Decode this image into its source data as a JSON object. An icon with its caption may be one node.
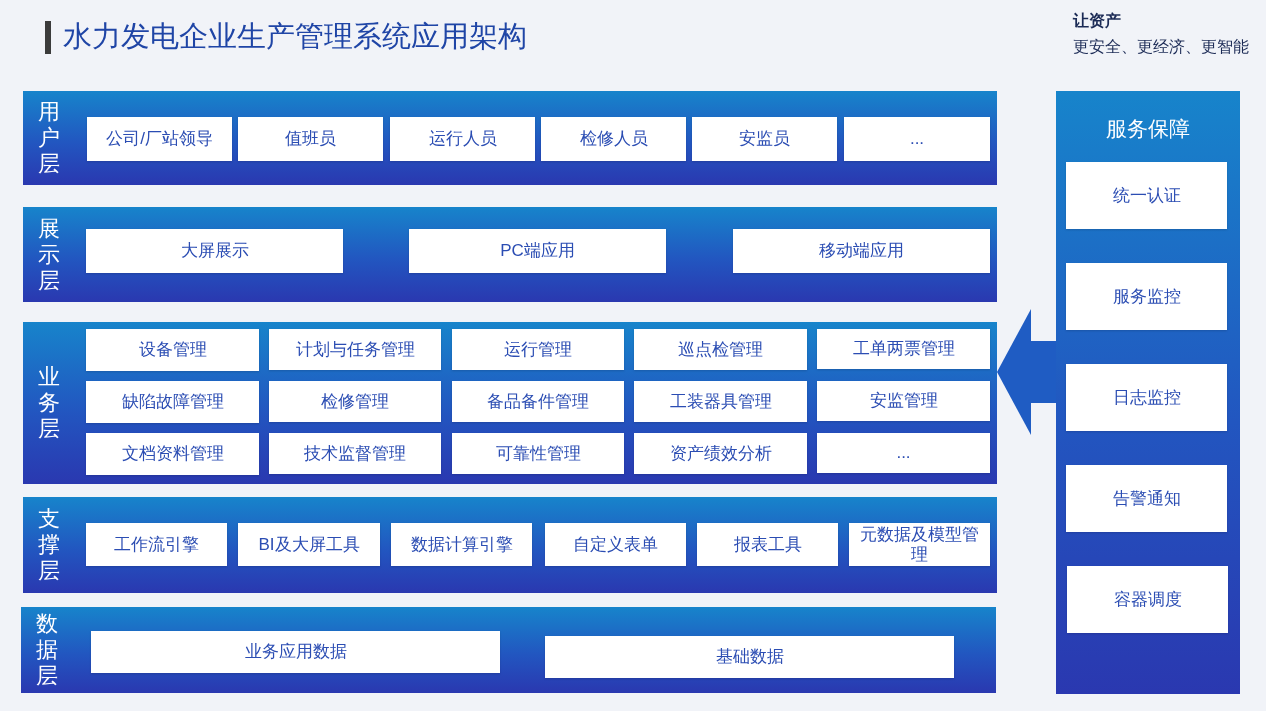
{
  "diagram": {
    "title": "水力发电企业生产管理系统应用架构",
    "nodes": [
      {
        "text": [
          "用户层"
        ]
      },
      {
        "text": [
          "公司/厂站领导"
        ],
        "in": 0
      },
      {
        "text": [
          "值班员"
        ],
        "in": 0
      },
      {
        "text": [
          "运行人员"
        ],
        "in": 0
      },
      {
        "text": [
          "检修人员"
        ],
        "in": 0
      },
      {
        "text": [
          "安监员"
        ],
        "in": 0
      },
      {
        "text": [
          "..."
        ],
        "in": 0
      },
      {
        "text": [
          "展示层"
        ]
      },
      {
        "text": [
          "大屏展示"
        ],
        "in": 7
      },
      {
        "text": [
          "PC端应用"
        ],
        "in": 7
      },
      {
        "text": [
          "移动端应用"
        ],
        "in": 7
      },
      {
        "text": [
          "业务层"
        ]
      },
      {
        "text": [
          "设备管理"
        ],
        "in": 11
      },
      {
        "text": [
          "计划与任务管理"
        ],
        "in": 11
      },
      {
        "text": [
          "运行管理"
        ],
        "in": 11
      },
      {
        "text": [
          "巡点检管理"
        ],
        "in": 11
      },
      {
        "text": [
          "工单两票管理"
        ],
        "in": 11
      },
      {
        "text": [
          "缺陷故障管理"
        ],
        "in": 11
      },
      {
        "text": [
          "检修管理"
        ],
        "in": 11
      },
      {
        "text": [
          "备品备件管理"
        ],
        "in": 11
      },
      {
        "text": [
          "工装器具管理"
        ],
        "in": 11
      },
      {
        "text": [
          "安监管理"
        ],
        "in": 11
      },
      {
        "text": [
          "文档资料管理"
        ],
        "in": 11
      },
      {
        "text": [
          "技术监督管理"
        ],
        "in": 11
      },
      {
        "text": [
          "可靠性管理"
        ],
        "in": 11
      },
      {
        "text": [
          "资产绩效分析"
        ],
        "in": 11
      },
      {
        "text": [
          "..."
        ],
        "in": 11
      },
      {
        "text": [
          "支撑层"
        ]
      },
      {
        "text": [
          "工作流引擎"
        ],
        "in": 27
      },
      {
        "text": [
          "BI及大屏工具"
        ],
        "in": 27
      },
      {
        "text": [
          "数据计算引擎"
        ],
        "in": 27
      },
      {
        "text": [
          "自定义表单"
        ],
        "in": 27
      },
      {
        "text": [
          "报表工具"
        ],
        "in": 27
      },
      {
        "text": [
          "元数据及模型管理"
        ],
        "in": 27
      },
      {
        "text": [
          "数据层"
        ]
      },
      {
        "text": [
          "业务应用数据"
        ],
        "in": 34
      },
      {
        "text": [
          "基础数据"
        ],
        "in": 34
      },
      {
        "text": [
          "服务保障"
        ]
      },
      {
        "text": [
          "统一认证"
        ],
        "in": 37
      },
      {
        "text": [
          "服务监控"
        ],
        "in": 37
      },
      {
        "text": [
          "日志监控"
        ],
        "in": 37
      },
      {
        "text": [
          "告警通知"
        ],
        "in": 37
      },
      {
        "text": [
          "容器调度"
        ],
        "in": 37
      }
    ],
    "edges": [
      {
        "from": 37,
        "to": 11,
        "arrow": "to"
      }
    ],
    "labels": [
      "让资产",
      "更安全、更经济、更智能"
    ]
  }
}
